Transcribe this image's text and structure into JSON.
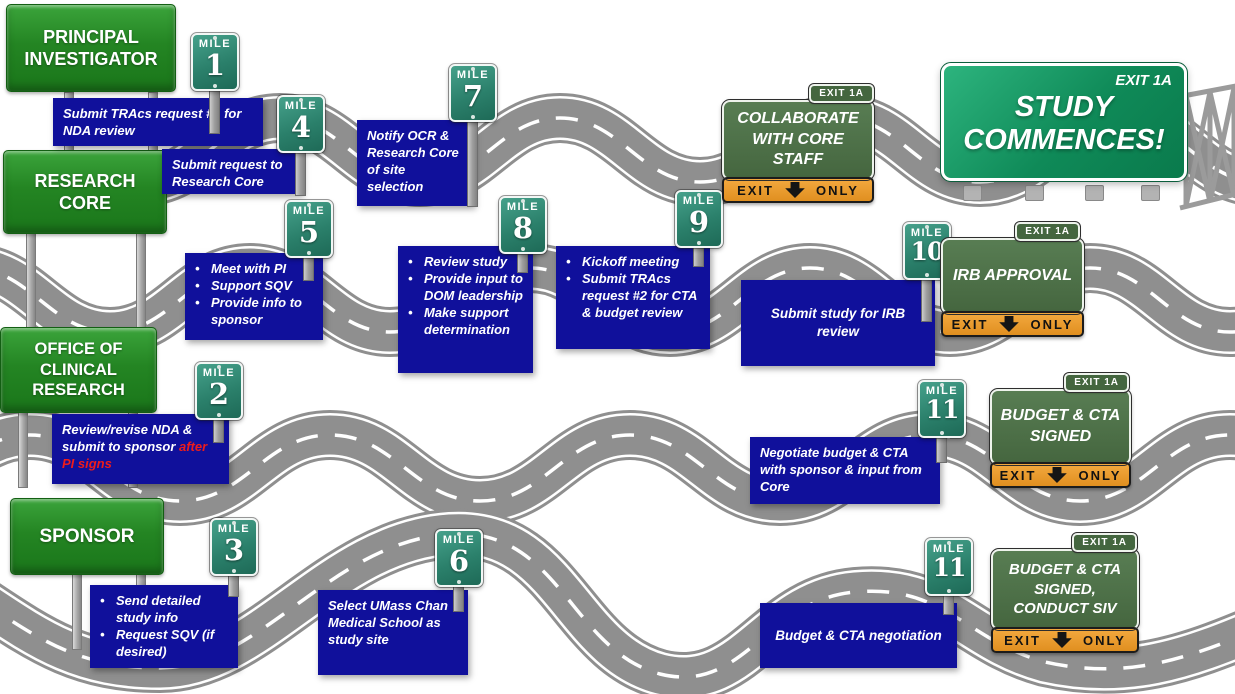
{
  "colors": {
    "billboard_green": "#238423",
    "mile_teal": "#2f8571",
    "note_navy": "#10109b",
    "exit_sign_green": "#4a6a45",
    "exit_banner_orange": "#e89a2f",
    "study_green": "#13935f",
    "highlight_red": "#ec1c1c",
    "road_gray": "#8f8f8f"
  },
  "bullet_glyph": "•",
  "mile_label": "MILE",
  "billboards": [
    {
      "label": "PRINCIPAL INVESTIGATOR"
    },
    {
      "label": "RESEARCH CORE"
    },
    {
      "label": "OFFICE OF CLINICAL RESEARCH"
    },
    {
      "label": "SPONSOR"
    }
  ],
  "mile_markers": [
    {
      "number": "1"
    },
    {
      "number": "2"
    },
    {
      "number": "3"
    },
    {
      "number": "4"
    },
    {
      "number": "5"
    },
    {
      "number": "6"
    },
    {
      "number": "7"
    },
    {
      "number": "8"
    },
    {
      "number": "9"
    },
    {
      "number": "10"
    },
    {
      "number": "11"
    },
    {
      "number": "11"
    }
  ],
  "notes": {
    "n1": {
      "text": "Submit TRAcs request #1 for NDA review"
    },
    "n2": {
      "text": "Submit request to Research Core"
    },
    "n3": {
      "text": "Notify OCR & Research Core of site selection"
    },
    "n4": {
      "bullets": [
        "Meet with PI",
        "Support SQV",
        "Provide info to sponsor"
      ]
    },
    "n5": {
      "bullets": [
        "Review study",
        "Provide input to DOM leadership",
        "Make support determination"
      ]
    },
    "n6": {
      "bullets": [
        "Kickoff meeting",
        "Submit TRAcs request #2 for CTA & budget review"
      ]
    },
    "n7": {
      "text": "Submit study for IRB review"
    },
    "n8": {
      "text_main": "Review/revise NDA & submit to sponsor ",
      "text_red": "after PI signs"
    },
    "n9": {
      "text": "Negotiate budget & CTA with sponsor & input from Core"
    },
    "n10": {
      "bullets": [
        "Send detailed study info",
        "Request SQV (if desired)"
      ]
    },
    "n11": {
      "text": "Select UMass Chan Medical School as study site"
    },
    "n12": {
      "text": "Budget & CTA negotiation"
    }
  },
  "exit_signs": {
    "collaborate": {
      "tab": "EXIT 1A",
      "title": "COLLABORATE WITH CORE STAFF"
    },
    "irb": {
      "tab": "EXIT 1A",
      "title": "IRB APPROVAL"
    },
    "budget_signed": {
      "tab": "EXIT 1A",
      "title": "BUDGET & CTA SIGNED"
    },
    "budget_siv": {
      "tab": "EXIT 1A",
      "title": "BUDGET & CTA SIGNED, CONDUCT SIV"
    }
  },
  "exit_banner": {
    "exit": "EXIT",
    "only": "ONLY"
  },
  "study_sign": {
    "tab": "EXIT 1A",
    "title": "STUDY COMMENCES!"
  }
}
